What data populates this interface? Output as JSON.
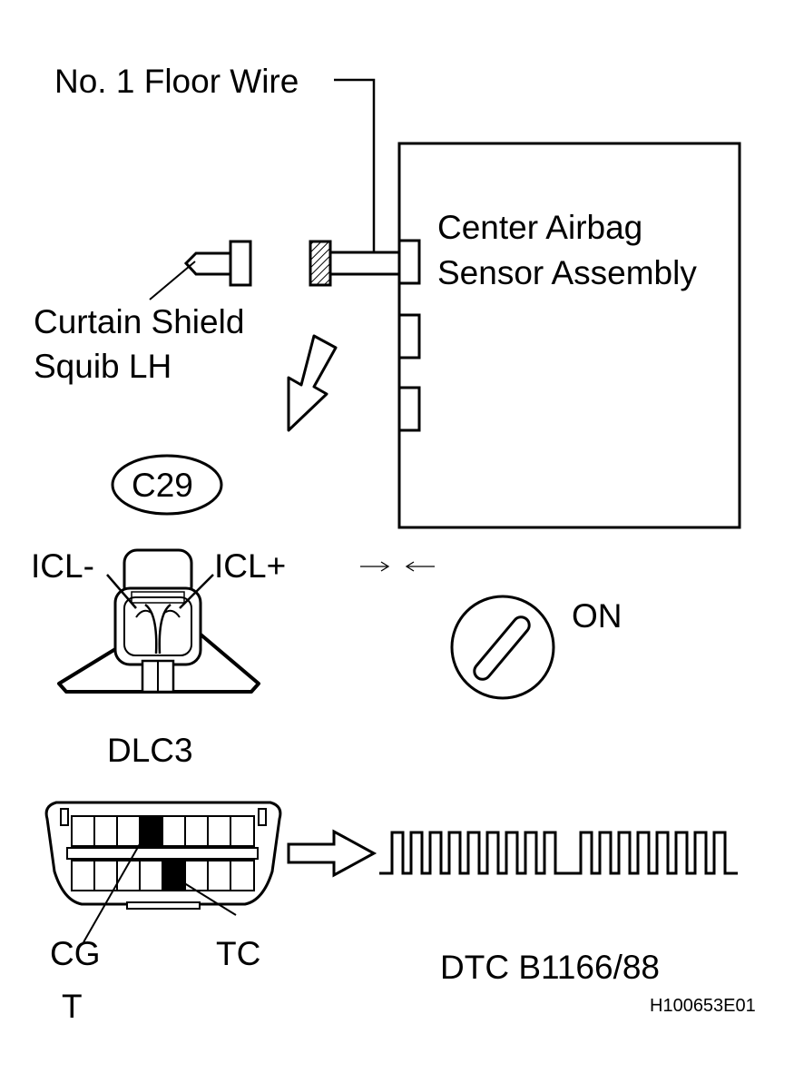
{
  "labels": {
    "floor_wire": "No. 1 Floor Wire",
    "airbag_line1": "Center Airbag",
    "airbag_line2": "Sensor Assembly",
    "squib_line1": "Curtain Shield",
    "squib_line2": "Squib LH",
    "connector_code": "C29",
    "icl_minus": "ICL-",
    "icl_plus": "ICL+",
    "ignition_state": "ON",
    "dlc_name": "DLC3",
    "cg": "CG",
    "tc": "TC",
    "t": "T",
    "dtc": "DTC B1166/88",
    "figure_id": "H100653E01"
  },
  "signal": {
    "pulses_group1": 9,
    "pulses_group2": 8
  }
}
